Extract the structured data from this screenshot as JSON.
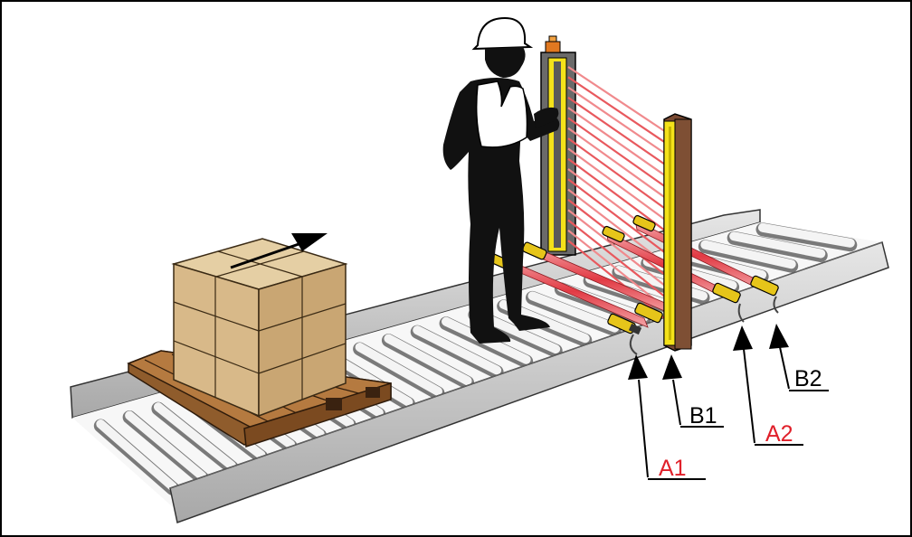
{
  "labels": {
    "a1": "A1",
    "b1": "B1",
    "a2": "A2",
    "b2": "B2"
  },
  "colors": {
    "label_red": "#e0202a",
    "label_black": "#000000",
    "box": "#d2b483",
    "pallet": "#a8703a",
    "guard_yellow": "#f4e21a",
    "guard_brown": "#7a4a32",
    "beam_red": "#e8595e",
    "conveyor_frame": "#c9c9c9",
    "roller": "#e9e9e9"
  },
  "icons": {
    "worker": "worker-silhouette-icon",
    "direction": "arrow-icon"
  }
}
